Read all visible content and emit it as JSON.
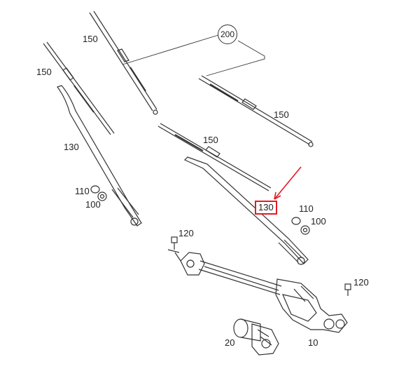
{
  "callouts": {
    "assembly": "200",
    "blade_top": "150",
    "blade_left": "150",
    "blade_right": "150",
    "blade_mid": "150",
    "arm_left": "130",
    "arm_right": "130",
    "washer_left": "110",
    "nut_left": "100",
    "washer_right": "110",
    "nut_right": "100",
    "bolt_left": "120",
    "bolt_right": "120",
    "motor": "20",
    "linkage": "10"
  },
  "highlight": {
    "color": "#e31b23"
  }
}
